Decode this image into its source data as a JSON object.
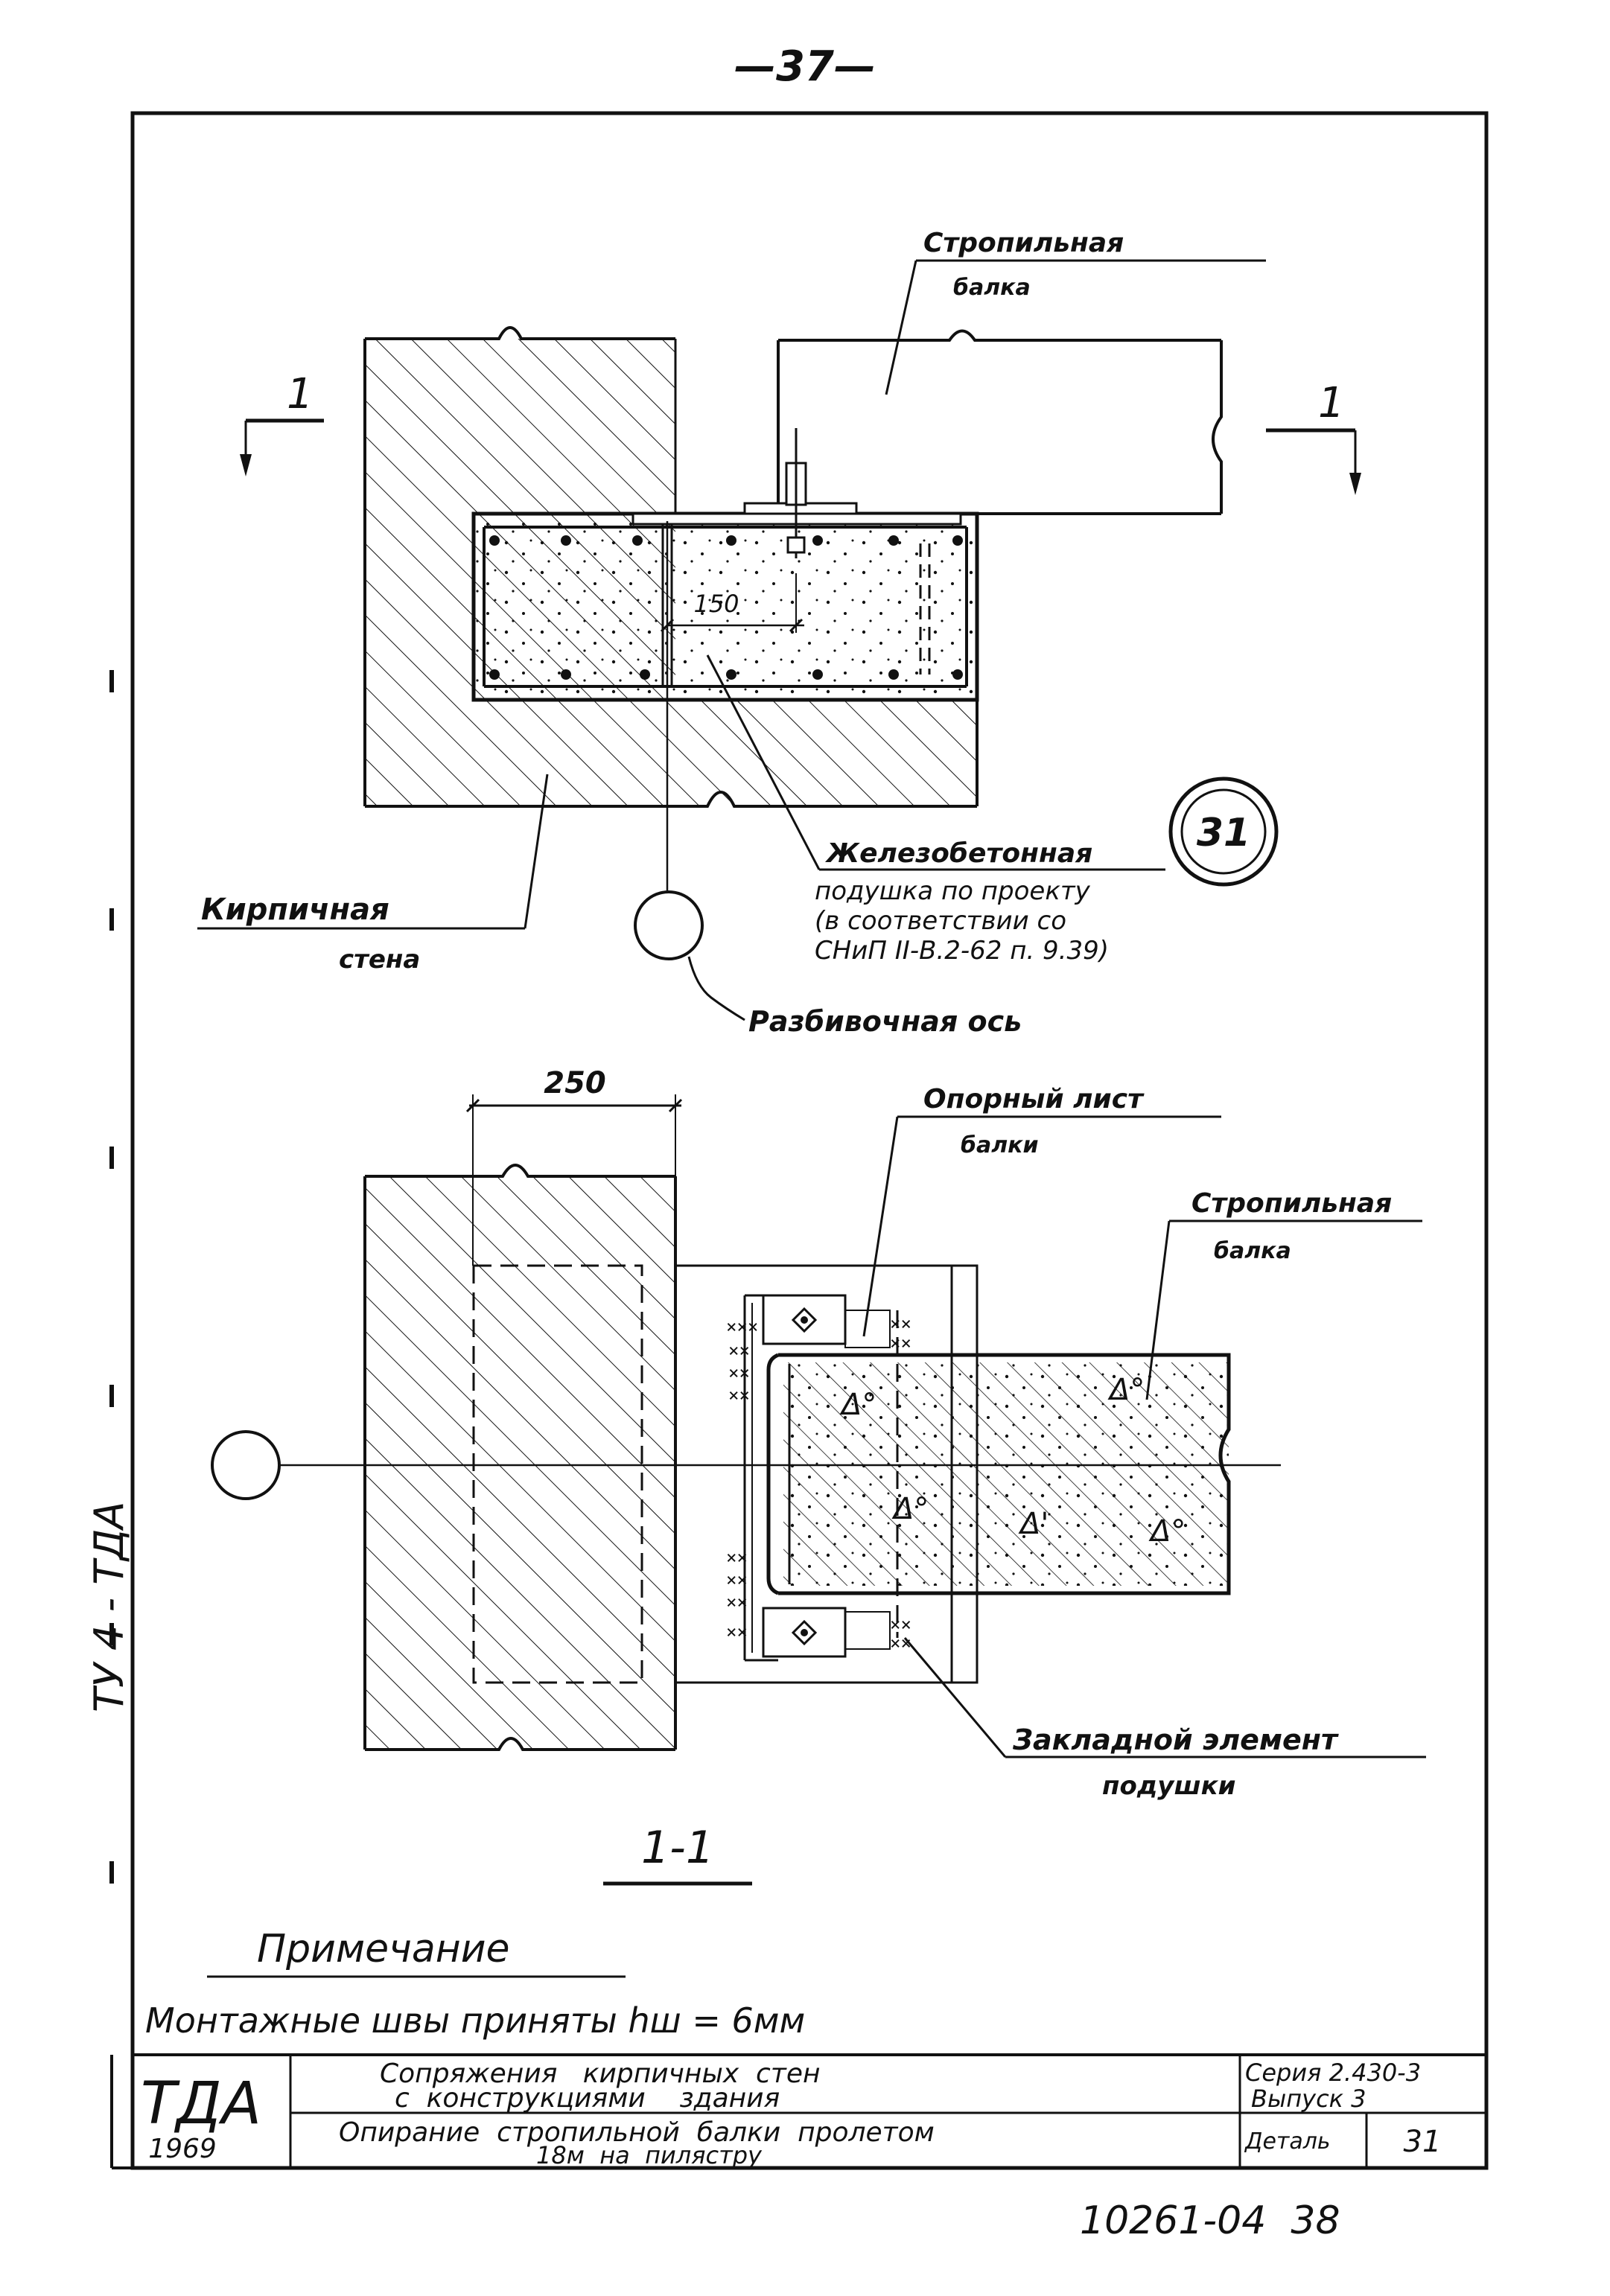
{
  "page_number": "—37—",
  "plan": {
    "rafter_beam_label_1": "Стропильная",
    "rafter_beam_label_2": "балка",
    "section_mark_left": "1",
    "section_mark_right": "1",
    "dimension_150": "150",
    "callout_number": "31",
    "rc_pad_line1": "Железобетонная",
    "rc_pad_line2": "подушка по проекту",
    "rc_pad_line3": "(в соответствии со",
    "rc_pad_line4": "СНиП II-В.2-62 п. 9.39)",
    "brick_wall_line1": "Кирпичная",
    "brick_wall_line2": "стена",
    "axis_label": "Разбивочная ось"
  },
  "section": {
    "dimension_250": "250",
    "support_sheet_line1": "Опорный лист",
    "support_sheet_line2": "балки",
    "rafter_beam_line1": "Стропильная",
    "rafter_beam_line2": "балка",
    "embedded_line1": "Закладной элемент",
    "embedded_line2": "подушки",
    "title": "1-1"
  },
  "note": {
    "heading": "Примечание",
    "text": "Монтажные швы приняты hш = 6мм"
  },
  "stamp": {
    "logo_text": "ТДА",
    "year": "1969",
    "title_line1": "Сопряжения   кирпичных  стен",
    "title_line2": "с  конструкциями    здания",
    "series_line1": "Серия 2.430-3",
    "series_line2": "Выпуск 3",
    "detail_title_line1": "Опирание  стропильной  балки  пролетом",
    "detail_title_line2": "18м  на  пилястру",
    "detail_label": "Деталь",
    "detail_number": "31"
  },
  "bottom_code": "10261-04  38",
  "margin_vertical_text": "ТУ 4 - ТДА"
}
